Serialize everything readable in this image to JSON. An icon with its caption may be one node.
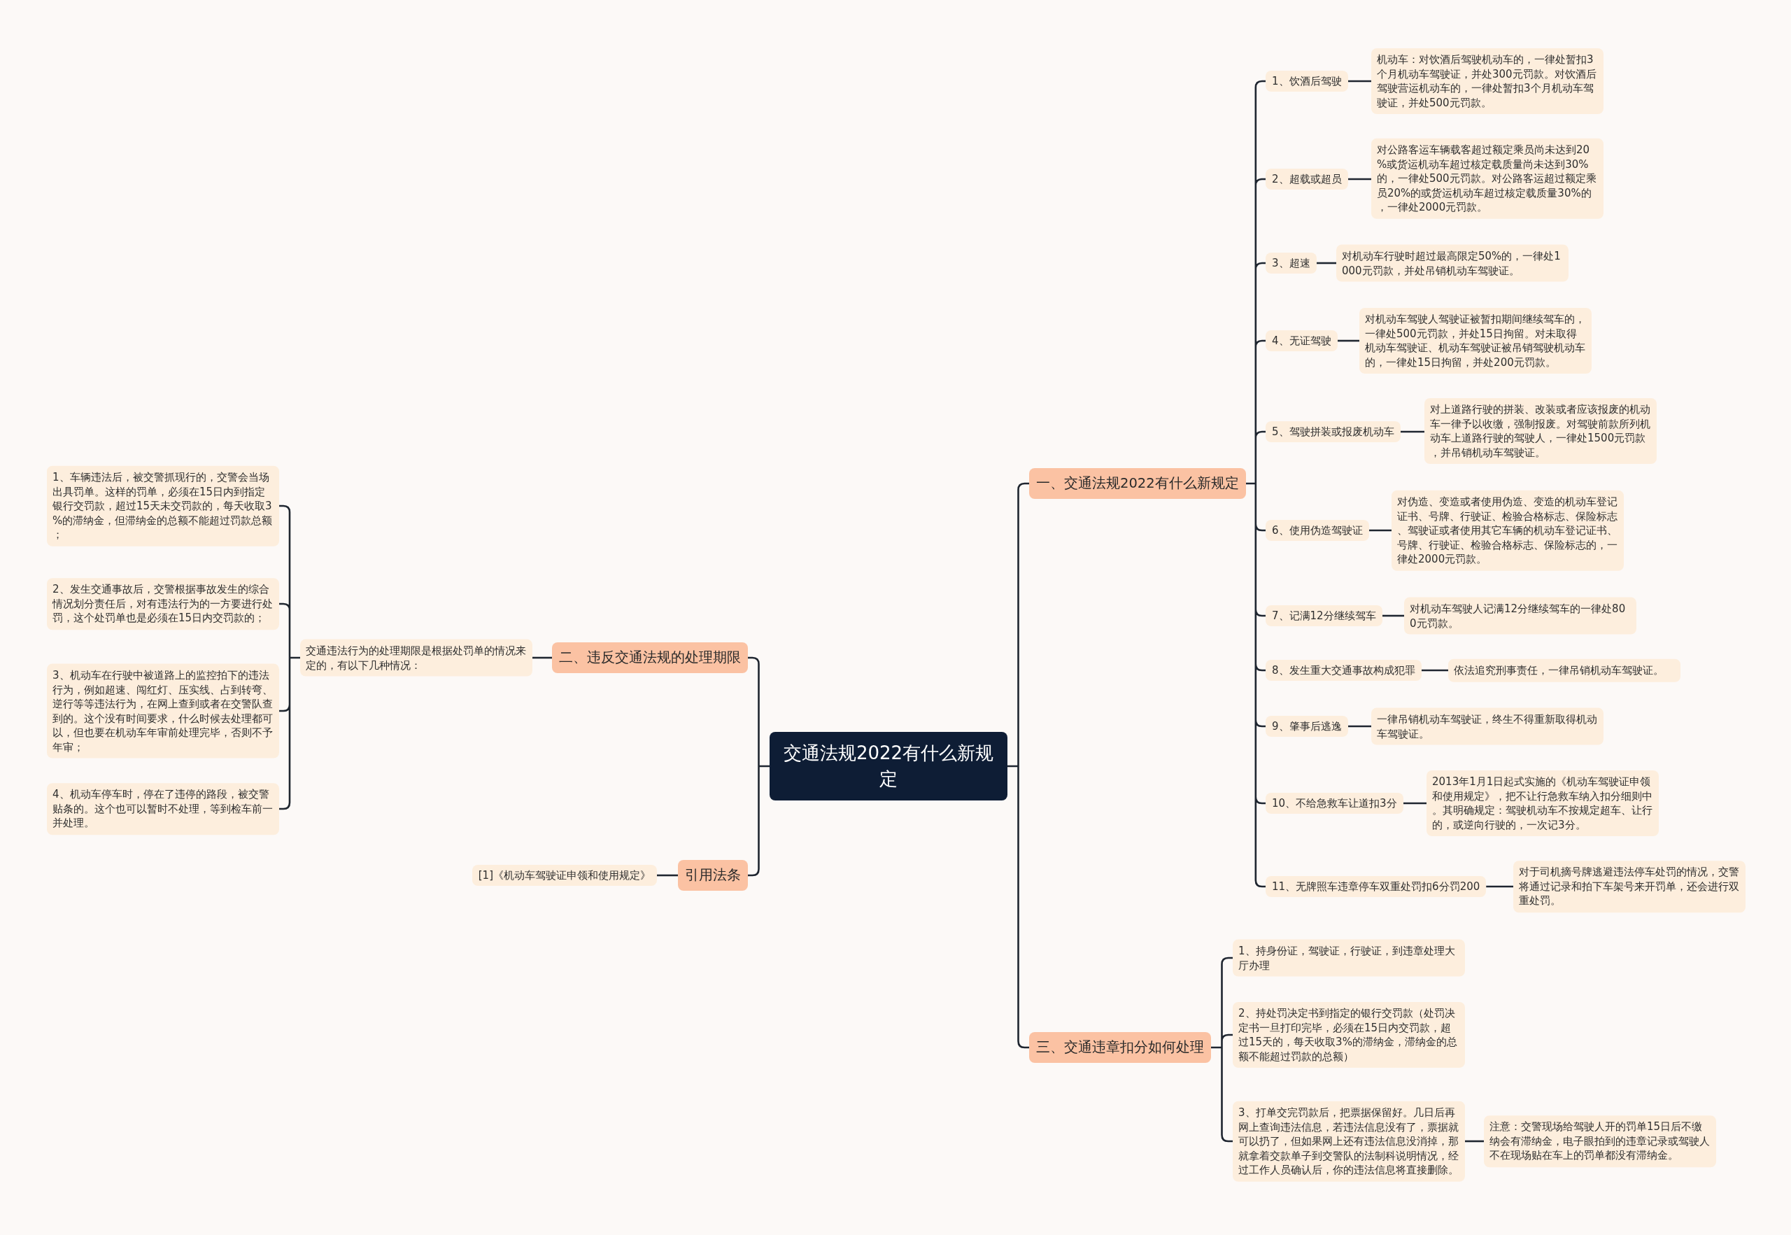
{
  "diagram": {
    "nodes": [
      {
        "text": [
          "交通法规2022有什么新规定"
        ]
      },
      {
        "text": [
          "一、交通法规2022有什么新规定"
        ]
      },
      {
        "text": [
          "1、饮酒后驾驶"
        ]
      },
      {
        "text": [
          "机动车：对饮酒后驾驶机动车的，一律处暂扣3个月机动车驾驶证，并处300元罚款。对饮酒后驾驶营运机动车的，一律处暂扣3个月机动车驾驶证，并处500元罚款。"
        ]
      },
      {
        "text": [
          "2、超载或超员"
        ]
      },
      {
        "text": [
          "对公路客运车辆载客超过额定乘员尚未达到20%或货运机动车超过核定载质量尚未达到30%的，一律处500元罚款。对公路客运超过额定乘员20%的或货运机动车超过核定载质量30%的，一律处2000元罚款。"
        ]
      },
      {
        "text": [
          "3、超速"
        ]
      },
      {
        "text": [
          "对机动车行驶时超过最高限定50%的，一律处1000元罚款，并处吊销机动车驾驶证。"
        ]
      },
      {
        "text": [
          "4、无证驾驶"
        ]
      },
      {
        "text": [
          "对机动车驾驶人驾驶证被暂扣期间继续驾车的，一律处500元罚款，并处15日拘留。对未取得机动车驾驶证、机动车驾驶证被吊销驾驶机动车的，一律处15日拘留，并处200元罚款。"
        ]
      },
      {
        "text": [
          "5、驾驶拼装或报废机动车"
        ]
      },
      {
        "text": [
          "对上道路行驶的拼装、改装或者应该报废的机动车一律予以收缴，强制报废。对驾驶前款所列机动车上道路行驶的驾驶人，一律处1500元罚款，并吊销机动车驾驶证。"
        ]
      },
      {
        "text": [
          "6、使用伪造驾驶证"
        ]
      },
      {
        "text": [
          "对伪造、变造或者使用伪造、变造的机动车登记证书、号牌、行驶证、检验合格标志、保险标志、驾驶证或者使用其它车辆的机动车登记证书、号牌、行驶证、检验合格标志、保险标志的，一律处2000元罚款。"
        ]
      },
      {
        "text": [
          "7、记满12分继续驾车"
        ]
      },
      {
        "text": [
          "对机动车驾驶人记满12分继续驾车的一律处800元罚款。"
        ]
      },
      {
        "text": [
          "8、发生重大交通事故构成犯罪"
        ]
      },
      {
        "text": [
          "依法追究刑事责任，一律吊销机动车驾驶证。"
        ]
      },
      {
        "text": [
          "9、肇事后逃逸"
        ]
      },
      {
        "text": [
          "一律吊销机动车驾驶证，终生不得重新取得机动车驾驶证。"
        ]
      },
      {
        "text": [
          "10、不给急救车让道扣3分"
        ]
      },
      {
        "text": [
          "2013年1月1日起式实施的《机动车驾驶证申领和使用规定》，把不让行急救车纳入扣分细则中。其明确规定：驾驶机动车不按规定超车、让行的，或逆向行驶的，一次记3分。"
        ]
      },
      {
        "text": [
          "11、无牌照车违章停车双重处罚扣6分罚200"
        ]
      },
      {
        "text": [
          "对于司机摘号牌逃避违法停车处罚的情况，交警将通过记录和拍下车架号来开罚单，还会进行双重处罚。"
        ]
      },
      {
        "text": [
          "二、违反交通法规的处理期限"
        ]
      },
      {
        "text": [
          "交通违法行为的处理期限是根据处罚单的情况来定的，有以下几种情况："
        ]
      },
      {
        "text": [
          "1、车辆违法后，被交警抓现行的，交警会当场出具罚单。这样的罚单，必须在15日内到指定银行交罚款，超过15天未交罚款的，每天收取3%的滞纳金，但滞纳金的总额不能超过罚款总额；"
        ]
      },
      {
        "text": [
          "2、发生交通事故后，交警根据事故发生的综合情况划分责任后，对有违法行为的一方要进行处罚，这个处罚单也是必须在15日内交罚款的；"
        ]
      },
      {
        "text": [
          "3、机动车在行驶中被道路上的监控拍下的违法行为，例如超速、闯红灯、压实线、占到转弯、逆行等等违法行为，在网上查到或者在交警队查到的。这个没有时间要求，什么时候去处理都可以，但也要在机动车年审前处理完毕，否则不予年审；"
        ]
      },
      {
        "text": [
          "4、机动车停车时，停在了违停的路段，被交警贴条的。这个也可以暂时不处理，等到检车前一并处理。"
        ]
      },
      {
        "text": [
          "引用法条"
        ]
      },
      {
        "text": [
          "[1]《机动车驾驶证申领和使用规定》"
        ]
      },
      {
        "text": [
          "三、交通违章扣分如何处理"
        ]
      },
      {
        "text": [
          "1、持身份证，驾驶证，行驶证，到违章处理大厅办理"
        ]
      },
      {
        "text": [
          "2、持处罚决定书到指定的银行交罚款（处罚决定书一旦打印完毕，必须在15日内交罚款，超过15天的，每天收取3%的滞纳金，滞纳金的总额不能超过罚款的总额）"
        ]
      },
      {
        "text": [
          "3、打单交完罚款后，把票据保留好。几日后再网上查询违法信息，若违法信息没有了，票据就可以扔了，但如果网上还有违法信息没消掉，那就拿着交款单子到交警队的法制科说明情况，经过工作人员确认后，你的违法信息将直接删除。"
        ]
      },
      {
        "text": [
          "注意：交警现场给驾驶人开的罚单15日后不缴纳会有滞纳金，电子眼拍到的违章记录或驾驶人不在现场贴在车上的罚单都没有滞纳金。"
        ]
      }
    ],
    "edges": [
      {
        "from": 0,
        "to": 1,
        "arrow": "none"
      },
      {
        "from": 1,
        "to": 2,
        "arrow": "none"
      },
      {
        "from": 2,
        "to": 3,
        "arrow": "none"
      },
      {
        "from": 1,
        "to": 4,
        "arrow": "none"
      },
      {
        "from": 4,
        "to": 5,
        "arrow": "none"
      },
      {
        "from": 1,
        "to": 6,
        "arrow": "none"
      },
      {
        "from": 6,
        "to": 7,
        "arrow": "none"
      },
      {
        "from": 1,
        "to": 8,
        "arrow": "none"
      },
      {
        "from": 8,
        "to": 9,
        "arrow": "none"
      },
      {
        "from": 1,
        "to": 10,
        "arrow": "none"
      },
      {
        "from": 10,
        "to": 11,
        "arrow": "none"
      },
      {
        "from": 1,
        "to": 12,
        "arrow": "none"
      },
      {
        "from": 12,
        "to": 13,
        "arrow": "none"
      },
      {
        "from": 1,
        "to": 14,
        "arrow": "none"
      },
      {
        "from": 14,
        "to": 15,
        "arrow": "none"
      },
      {
        "from": 1,
        "to": 16,
        "arrow": "none"
      },
      {
        "from": 16,
        "to": 17,
        "arrow": "none"
      },
      {
        "from": 1,
        "to": 18,
        "arrow": "none"
      },
      {
        "from": 18,
        "to": 19,
        "arrow": "none"
      },
      {
        "from": 1,
        "to": 20,
        "arrow": "none"
      },
      {
        "from": 20,
        "to": 21,
        "arrow": "none"
      },
      {
        "from": 1,
        "to": 22,
        "arrow": "none"
      },
      {
        "from": 22,
        "to": 23,
        "arrow": "none"
      },
      {
        "from": 0,
        "to": 24,
        "arrow": "none"
      },
      {
        "from": 24,
        "to": 25,
        "arrow": "none"
      },
      {
        "from": 25,
        "to": 26,
        "arrow": "none"
      },
      {
        "from": 25,
        "to": 27,
        "arrow": "none"
      },
      {
        "from": 25,
        "to": 28,
        "arrow": "none"
      },
      {
        "from": 25,
        "to": 29,
        "arrow": "none"
      },
      {
        "from": 0,
        "to": 30,
        "arrow": "none"
      },
      {
        "from": 30,
        "to": 31,
        "arrow": "none"
      },
      {
        "from": 0,
        "to": 32,
        "arrow": "none"
      },
      {
        "from": 32,
        "to": 33,
        "arrow": "none"
      },
      {
        "from": 32,
        "to": 34,
        "arrow": "none"
      },
      {
        "from": 32,
        "to": 35,
        "arrow": "none"
      },
      {
        "from": 35,
        "to": 36,
        "arrow": "none"
      }
    ]
  }
}
